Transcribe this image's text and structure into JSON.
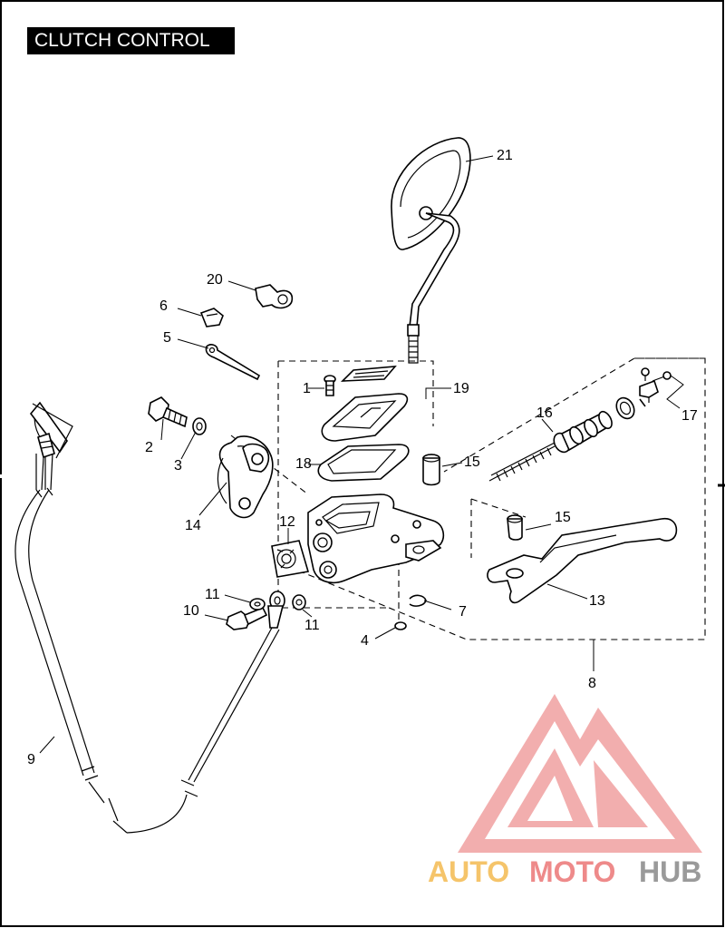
{
  "title": "CLUTCH CONTROL",
  "callouts": {
    "c1": "1",
    "c2": "2",
    "c3": "3",
    "c4": "4",
    "c5": "5",
    "c6": "6",
    "c7": "7",
    "c8": "8",
    "c9": "9",
    "c10": "10",
    "c11a": "11",
    "c11b": "11",
    "c12": "12",
    "c13": "13",
    "c14": "14",
    "c15a": "15",
    "c15b": "15",
    "c16": "16",
    "c17": "17",
    "c18": "18",
    "c19": "19",
    "c20": "20",
    "c21": "21"
  },
  "watermark": {
    "text_part1": "AUTO",
    "text_part2": "MOTO",
    "text_part3": "HUB",
    "color_primary": "#ee7f7f",
    "color_secondary": "#f5b94f",
    "color_tertiary": "#8a8a8a"
  }
}
